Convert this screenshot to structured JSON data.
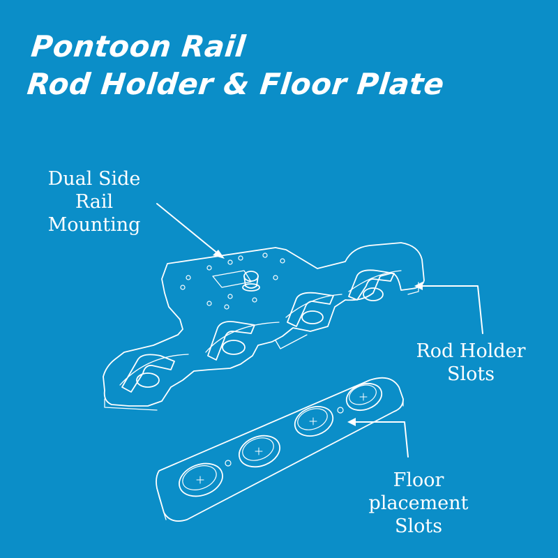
{
  "title": {
    "line1": "Pontoon Rail",
    "line2": "Rod Holder & Floor Plate"
  },
  "callouts": {
    "mounting": {
      "line1": "Dual Side",
      "line2": "Rail",
      "line3": "Mounting"
    },
    "rod_holder": {
      "line1": "Rod Holder",
      "line2": "Slots"
    },
    "floor": {
      "line1": "Floor",
      "line2": "placement",
      "line3": "Slots"
    }
  },
  "colors": {
    "background": "#0b8ec8",
    "line": "#ffffff"
  }
}
